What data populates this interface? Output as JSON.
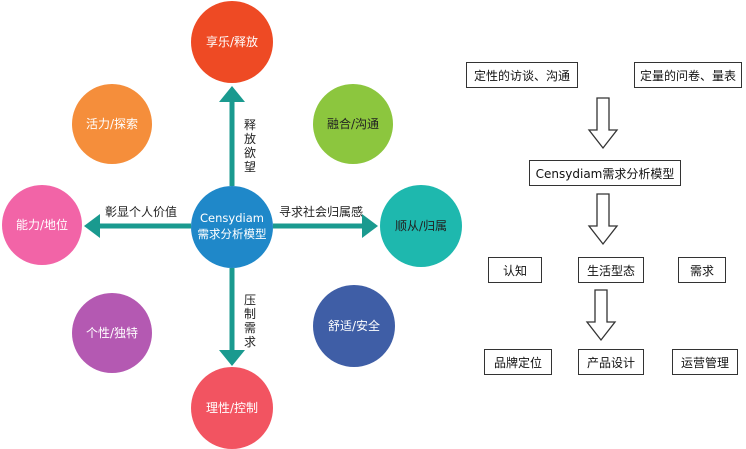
{
  "censydiam": {
    "center_line1": "Censydiam",
    "center_line2": "需求分析模型",
    "top": "享乐/释放",
    "upper_left": "活力/探索",
    "upper_right": "融合/沟通",
    "left": "能力/地位",
    "right": "顺从/归属",
    "lower_left": "个性/独特",
    "lower_right": "舒适/安全",
    "bottom": "理性/控制",
    "arrow_up_label": "释放欲望",
    "arrow_down_label": "压制需求",
    "arrow_left_label": "彰显个人价值",
    "arrow_right_label": "寻求社会归属感"
  },
  "colors": {
    "top": "#ee4a24",
    "upper_left": "#f58e3b",
    "upper_right": "#8cc63e",
    "left": "#f264a7",
    "center": "#1f88c9",
    "right": "#1eb8ae",
    "lower_left": "#b459b2",
    "lower_right": "#3f5ea6",
    "bottom": "#f25461",
    "arrow": "#1a9a8f"
  },
  "flow": {
    "qualitative": "定性的访谈、沟通",
    "quantitative": "定量的问卷、量表",
    "model": "Censydiam需求分析模型",
    "cognition": "认知",
    "lifestyle": "生活型态",
    "need": "需求",
    "brand": "品牌定位",
    "product": "产品设计",
    "operations": "运营管理"
  }
}
